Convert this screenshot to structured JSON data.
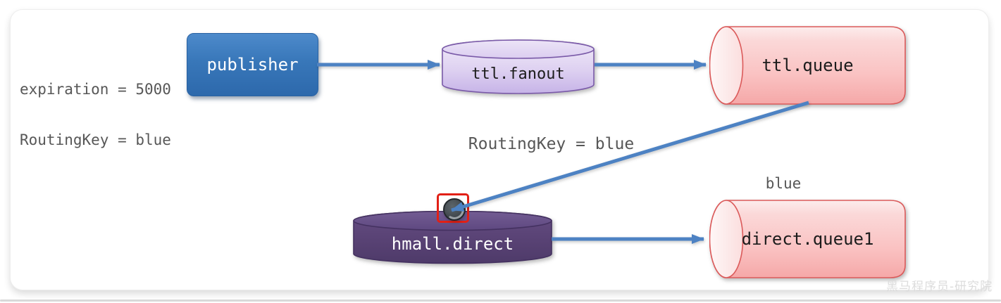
{
  "diagram": {
    "nodes": [
      {
        "id": "publisher",
        "type": "producer",
        "label": "publisher"
      },
      {
        "id": "ttl-fanout",
        "type": "fanout-exchange",
        "label": "ttl.fanout"
      },
      {
        "id": "ttl-queue",
        "type": "queue",
        "label": "ttl.queue"
      },
      {
        "id": "hmall-direct",
        "type": "direct-exchange",
        "label": "hmall.direct"
      },
      {
        "id": "direct-queue1",
        "type": "queue",
        "label": "direct.queue1"
      }
    ],
    "labels": {
      "expiration": "expiration = 5000",
      "routing_key_publisher": "RoutingKey = blue",
      "routing_key_dead_letter": "RoutingKey = blue",
      "binding_key": "blue"
    },
    "edges": [
      {
        "from": "publisher",
        "to": "ttl-fanout"
      },
      {
        "from": "ttl-fanout",
        "to": "ttl-queue"
      },
      {
        "from": "ttl-queue",
        "to": "hmall-direct",
        "label": "RoutingKey = blue"
      },
      {
        "from": "hmall-direct",
        "to": "direct-queue1",
        "label": "blue"
      }
    ],
    "watermark": "黑马程序员-研究院",
    "colors": {
      "arrow": "#4d82c3",
      "publisher": "#3877b9",
      "fanout_exchange": "#d9c9f0",
      "direct_exchange": "#59447a",
      "queue": "#fbc6c6",
      "queue_border": "#db5a5a",
      "highlight_box": "#e22016",
      "label_text": "#575757",
      "watermark": "#dcdcdc"
    }
  }
}
